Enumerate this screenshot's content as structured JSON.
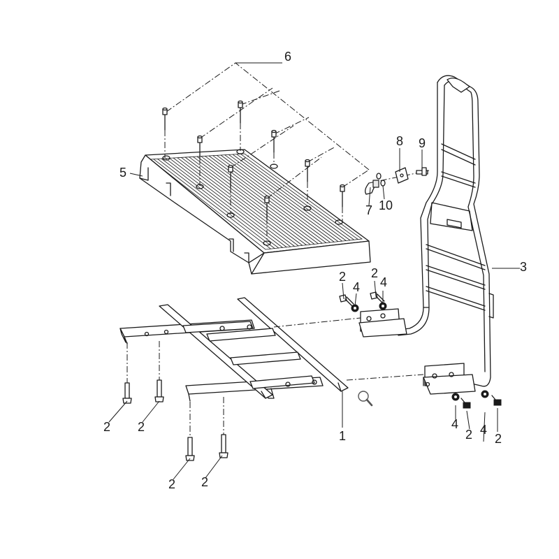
{
  "diagram": {
    "callouts": {
      "c1": "1",
      "c2": "2",
      "c3": "3",
      "c4": "4",
      "c5": "5",
      "c6": "6",
      "c7": "7",
      "c8": "8",
      "c9": "9",
      "c10": "10"
    },
    "icons": {
      "zoom": "magnifier-icon"
    }
  }
}
